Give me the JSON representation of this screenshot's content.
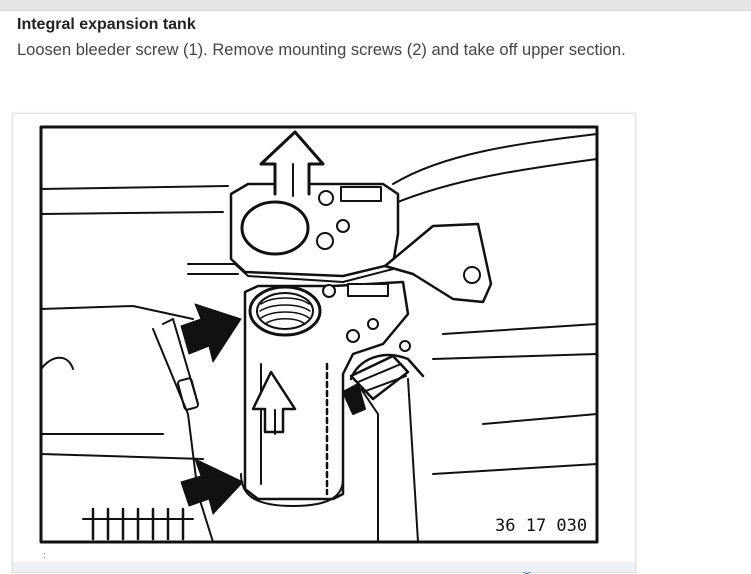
{
  "document": {
    "title": "Integral expansion tank",
    "instruction": "Loosen bleeder screw (1). Remove mounting screws (2) and take off upper section."
  },
  "figure": {
    "reference_code": "36 17 030",
    "footer_mark": ":",
    "zoom_icon": "zoom-icon"
  },
  "colors": {
    "title": "#222222",
    "text": "#444444",
    "top_bar": "#e6e6e6",
    "accent": "#2f6fcf"
  }
}
